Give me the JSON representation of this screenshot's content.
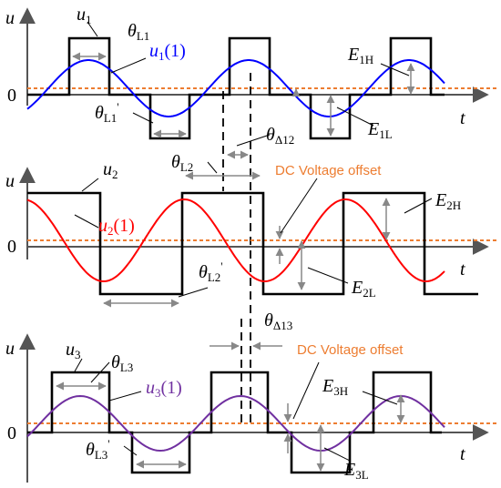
{
  "colors": {
    "axis": "#555555",
    "square": "#000000",
    "offset": "#ED7D31",
    "measure": "#888888",
    "dashed": "#000000",
    "wave1": "#0000FF",
    "wave2": "#FF0000",
    "wave3": "#7030A0",
    "note": "#ED7D31"
  },
  "panels": [
    {
      "axis_y": "u",
      "axis_x": "t",
      "origin": "0",
      "square": {
        "base": "u",
        "sub": "1"
      },
      "fundamental": {
        "base": "u",
        "sub": "1",
        "tail": "(1)"
      },
      "theta": {
        "base": "θ",
        "sub": "L1"
      },
      "theta_prime": {
        "base": "θ",
        "sub": "L1",
        "prime": "'"
      },
      "e_high": {
        "base": "E",
        "sub": "1H"
      },
      "e_low": {
        "base": "E",
        "sub": "1L"
      },
      "delta": {
        "base": "θ",
        "sub": "Δ12"
      }
    },
    {
      "axis_y": "u",
      "axis_x": "t",
      "origin": "0",
      "square": {
        "base": "u",
        "sub": "2"
      },
      "fundamental": {
        "base": "u",
        "sub": "2",
        "tail": "(1)"
      },
      "theta": {
        "base": "θ",
        "sub": "L2"
      },
      "theta_prime": {
        "base": "θ",
        "sub": "L2",
        "prime": "'"
      },
      "e_high": {
        "base": "E",
        "sub": "2H"
      },
      "e_low": {
        "base": "E",
        "sub": "2L"
      },
      "note": "DC Voltage offset"
    },
    {
      "axis_y": "u",
      "axis_x": "t",
      "origin": "0",
      "square": {
        "base": "u",
        "sub": "3"
      },
      "fundamental": {
        "base": "u",
        "sub": "3",
        "tail": "(1)"
      },
      "theta": {
        "base": "θ",
        "sub": "L3"
      },
      "theta_prime": {
        "base": "θ",
        "sub": "L3",
        "prime": "'"
      },
      "e_high": {
        "base": "E",
        "sub": "3H"
      },
      "e_low": {
        "base": "E",
        "sub": "3L"
      },
      "delta": {
        "base": "θ",
        "sub": "Δ13"
      },
      "note": "DC Voltage offset"
    }
  ]
}
